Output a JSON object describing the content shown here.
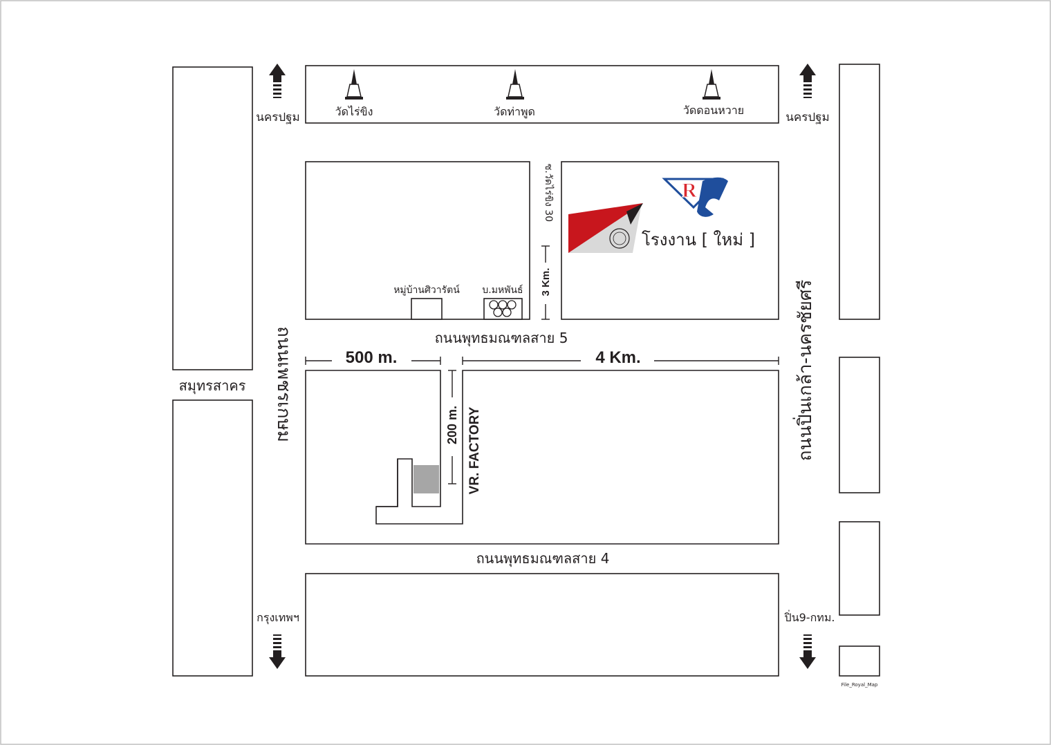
{
  "roads": {
    "phet_kasem": "ถนนเพชรเกษม",
    "pinklao_nakhonchaisi": "ถนนปิ่นเกล้า-นครชัยศรี",
    "phutthamonthon_5": "ถนนพุทธมณฑลสาย 5",
    "phutthamonthon_4": "ถนนพุทธมณฑลสาย 4",
    "soi": "ซ.วัดไร่ขิง 30"
  },
  "directions": {
    "nakhon_pathom_left": "นครปฐม",
    "nakhon_pathom_right": "นครปฐม",
    "samut_sakhon": "สมุทรสาคร",
    "bangkok": "กรุงเทพฯ",
    "pin9_bkk": "ปิ่น9-กทม."
  },
  "temples": [
    "วัดไร่ขิง",
    "วัดท่าพูด",
    "วัดดอนหวาย"
  ],
  "places": {
    "village": "หมู่บ้านศิวารัตน์",
    "company": "บ.มหพันธ์",
    "new_factory": "โรงงาน [ ใหม่ ]",
    "vr_factory": "VR. FACTORY"
  },
  "distances": {
    "d500": "500 m.",
    "d4km": "4 Km.",
    "d3km": "3 Km.",
    "d200": "200 m."
  },
  "logo_text": "R",
  "file_label": "File_Royal_Map",
  "colors": {
    "ink": "#231f20",
    "flag_red": "#c8161d",
    "flag_grey": "#d9d9d9",
    "logo_red": "#d9282f",
    "logo_blue": "#1f4e9c",
    "building": "#a6a6a6"
  }
}
